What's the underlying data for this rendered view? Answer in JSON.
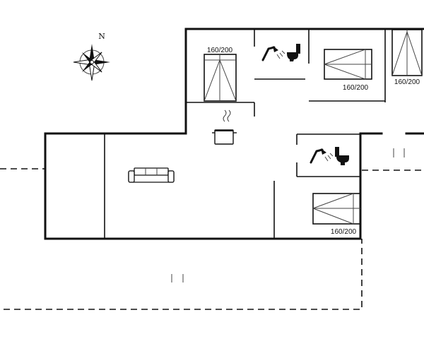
{
  "compass": {
    "north_label": "N"
  },
  "beds": [
    {
      "id": "bed-top-left",
      "size_label": "160/200"
    },
    {
      "id": "bed-top-middle",
      "size_label": "160/200"
    },
    {
      "id": "bed-top-right",
      "size_label": "160/200"
    },
    {
      "id": "bed-lower-right",
      "size_label": "160/200"
    }
  ],
  "fixtures": {
    "icons": [
      "compass-rose-icon",
      "sofa-icon",
      "cooking-pot-icon",
      "shower-icon",
      "toilet-icon",
      "bed-icon"
    ]
  }
}
